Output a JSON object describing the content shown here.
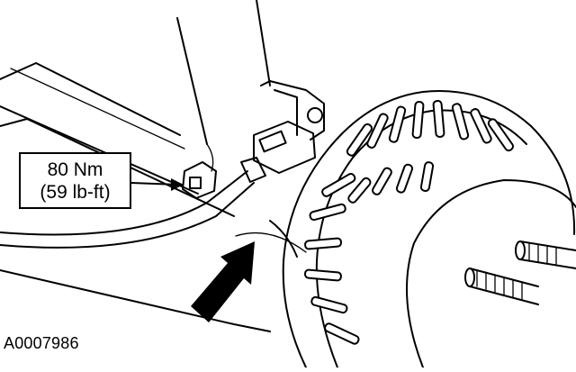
{
  "callout": {
    "line1": "80 Nm",
    "line2": "(59 lb-ft)"
  },
  "figure_id": "A0007986",
  "icons": {
    "arrow": "bold-arrow-icon",
    "leader": "leader-arrow-icon"
  }
}
